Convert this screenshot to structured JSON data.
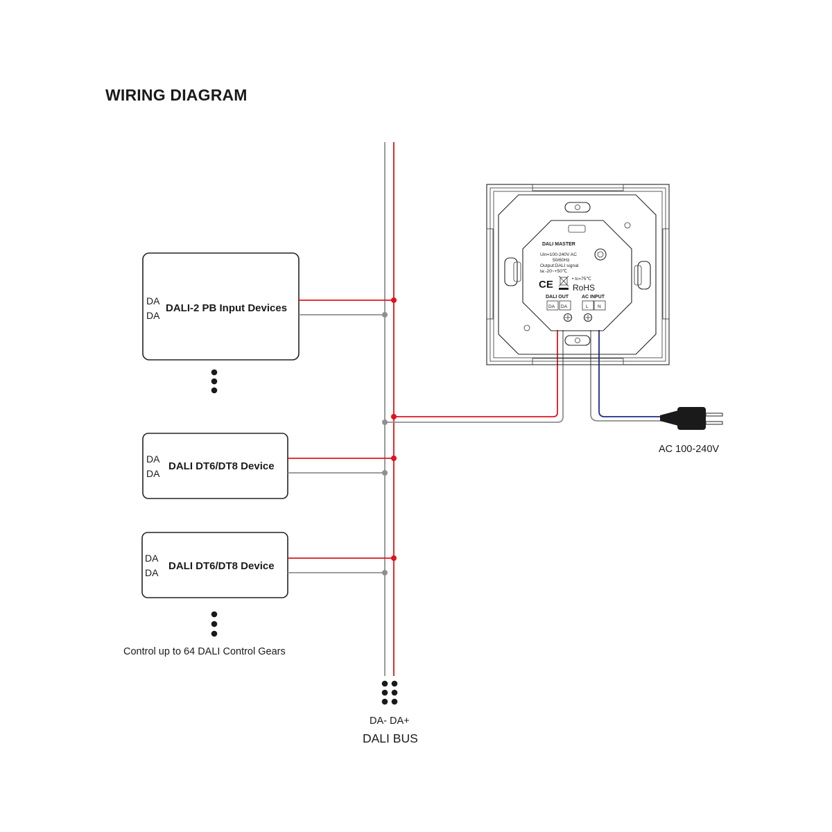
{
  "title": "WIRING DIAGRAM",
  "devices": [
    {
      "label": "DALI-2 PB Input Devices",
      "port1": "DA",
      "port2": "DA"
    },
    {
      "label": "DALI DT6/DT8 Device",
      "port1": "DA",
      "port2": "DA"
    },
    {
      "label": "DALI DT6/DT8 Device",
      "port1": "DA",
      "port2": "DA"
    }
  ],
  "gear_note": "Control up to 64 DALI Control Gears",
  "bus": {
    "terminals": "DA- DA+",
    "name": "DALI BUS"
  },
  "power": {
    "label": "AC 100-240V"
  },
  "master": {
    "name": "DALI MASTER",
    "spec1": "Uin=100-240V AC",
    "spec2": "50/60Hz",
    "spec3": "Output:DALI signal",
    "spec4": "ta:-20~+50℃",
    "tc": "• tc=75℃",
    "ce": "CE",
    "rohs": "RoHS",
    "dali_out_label": "DALI OUT",
    "ac_input_label": "AC INPUT",
    "terminals": {
      "da1": "DA",
      "da2": "DA",
      "l": "L",
      "n": "N"
    }
  },
  "colors": {
    "da_plus_wire": "#e0141e",
    "da_minus_wire": "#8f8f8f",
    "neutral_wire": "#1b2a8c",
    "outline": "#222222"
  }
}
